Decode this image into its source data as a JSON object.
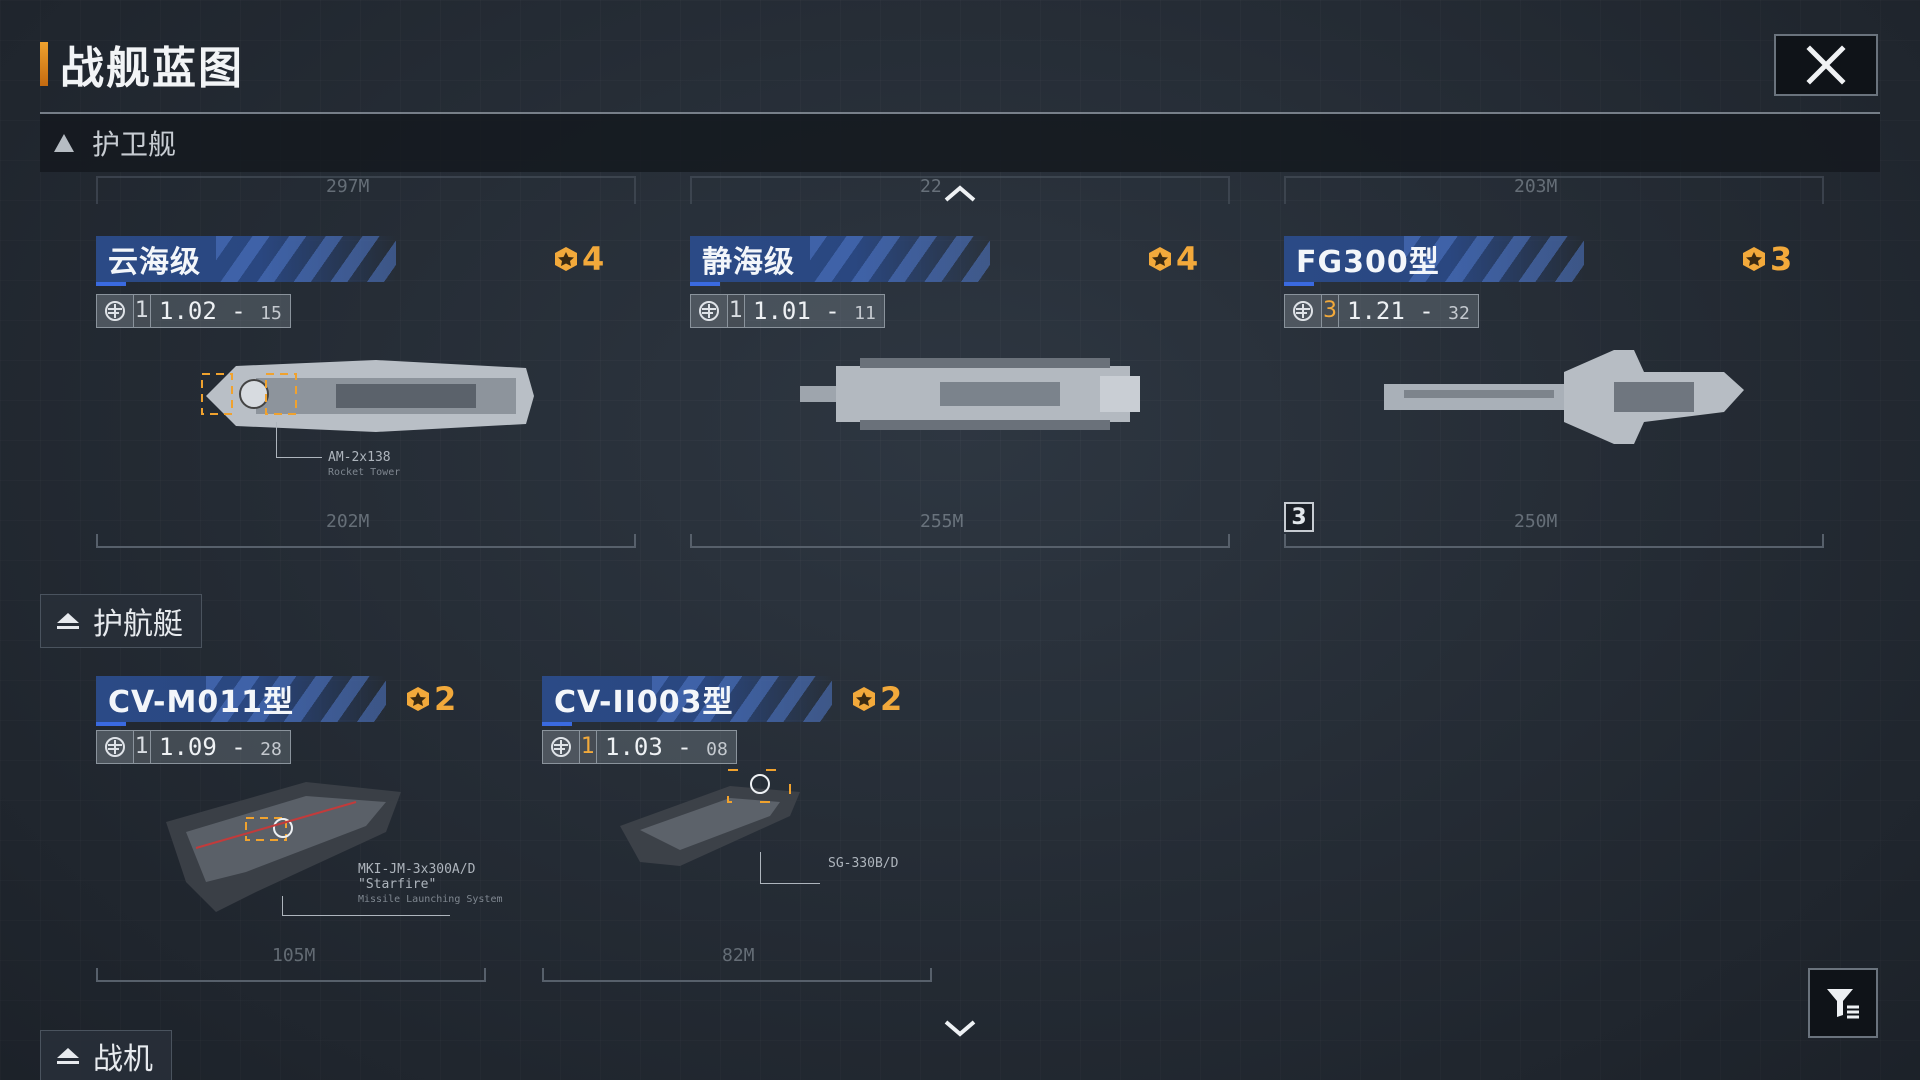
{
  "header": {
    "title": "战舰蓝图",
    "close_icon": "close-icon"
  },
  "section": {
    "label": "护卫舰"
  },
  "categories": {
    "escort": "护航艇",
    "fighter": "战机"
  },
  "colors": {
    "accent": "#f0a22e",
    "plate": "#2b4a86",
    "rank": "#f2a93b"
  },
  "frigates": [
    {
      "name": "云海级",
      "rank": "4",
      "level": "1",
      "ver_main": "1.02",
      "ver_sub": "15",
      "length": "202M",
      "weapon": "AM-2x138",
      "weapon_sub": "Rocket Tower"
    },
    {
      "name": "静海级",
      "rank": "4",
      "level": "1",
      "ver_main": "1.01",
      "ver_sub": "11",
      "length": "255M"
    },
    {
      "name": "FG300型",
      "rank": "3",
      "level": "3",
      "ver_main": "1.21",
      "ver_sub": "32",
      "length": "250M",
      "badge": "3"
    }
  ],
  "escorts": [
    {
      "name": "CV-M011型",
      "rank": "2",
      "level": "1",
      "ver_main": "1.09",
      "ver_sub": "28",
      "length": "105M",
      "weapon": "MKI-JM-3x300A/D",
      "weapon_name": "\"Starfire\"",
      "weapon_sub": "Missile Launching System"
    },
    {
      "name": "CV-II003型",
      "rank": "2",
      "level": "1",
      "ver_main": "1.03",
      "ver_sub": "08",
      "length": "82M",
      "weapon": "SG-330B/D"
    }
  ],
  "top_dims": [
    "297M",
    "22",
    "203M"
  ]
}
